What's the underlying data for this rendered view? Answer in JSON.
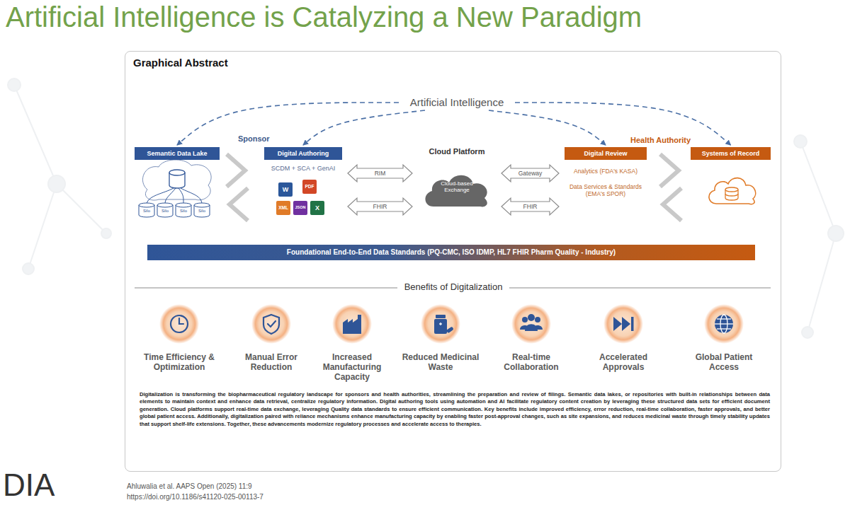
{
  "diagram": {
    "title": "Artificial Intelligence is Catalyzing a New Paradigm",
    "caption": "Digitalization is transforming the biopharmaceutical regulatory landscape for sponsors and health authorities, streamlining the preparation and review of filings. Semantic data lakes, or repositories with built-in relationships between data elements to maintain context and enhance data retrieval, centralize regulatory information. Digital authoring tools using automation and AI facilitate regulatory content creation by leveraging these structured data sets for efficient document generation. Cloud platforms support real-time data exchange, leveraging Quality data standards to ensure efficient communication. Key benefits include improved efficiency, error reduction, real-time collaboration, faster approvals, and better global patient access. Additionally, digitalization paired with reliance mechanisms enhance manufacturing capacity by enabling faster post-approval changes, such as site expansions, and reduces medicinal waste through timely stability updates that support shelf-life extensions. Together, these advancements modernize regulatory processes and accelerate access to therapies.",
    "nodes": [
      {
        "text": [
          "Graphical Abstract"
        ]
      },
      {
        "text": [
          "Artificial Intelligence"
        ],
        "in": 0
      },
      {
        "text": [
          "Semantic Data Lake"
        ],
        "in": 0
      },
      {
        "text": [
          "Digital Authoring",
          "SCDM + SCA + GenAI"
        ],
        "in": 0
      },
      {
        "text": [
          "Cloud Platform",
          "Cloud-based Exchange"
        ],
        "in": 0
      },
      {
        "text": [
          "Digital Review",
          "Analytics (FDA's KASA)",
          "Data Services & Standards (EMA's SPOR)"
        ],
        "in": 0
      },
      {
        "text": [
          "Systems of Record"
        ],
        "in": 0
      },
      {
        "text": [
          "Foundational End-to-End Data Standards (PQ-CMC, ISO IDMP, HL7 FHIR Pharm Quality - Industry)"
        ],
        "in": 0
      }
    ],
    "edges": [
      {
        "from": 1,
        "to": 2,
        "arrow": "to"
      },
      {
        "from": 1,
        "to": 3,
        "arrow": "to"
      },
      {
        "from": 1,
        "to": 5,
        "arrow": "to"
      },
      {
        "from": 1,
        "to": 6,
        "arrow": "to"
      },
      {
        "from": 3,
        "to": 4,
        "label": "RIM",
        "arrow": "both"
      },
      {
        "from": 3,
        "to": 4,
        "label": "FHIR",
        "arrow": "both"
      },
      {
        "from": 4,
        "to": 5,
        "label": "Gateway",
        "arrow": "both"
      },
      {
        "from": 4,
        "to": 5,
        "label": "FHIR",
        "arrow": "both"
      }
    ],
    "labels": [
      "Sponsor",
      "Health Authority",
      "Silo",
      "Silo",
      "Silo",
      "Silo",
      "W",
      "PDF",
      "XML",
      "JSON",
      "X",
      "Benefits of Digitalization",
      "Time Efficiency & Optimization",
      "Manual Error Reduction",
      "Increased Manufacturing Capacity",
      "Reduced Medicinal Waste",
      "Real-time Collaboration",
      "Accelerated Approvals",
      "Global Patient Access",
      "DIA",
      "Ahluwalia et al. AAPS Open (2025) 11:9",
      "https://doi.org/10.1186/s41120-025-00113-7"
    ]
  }
}
